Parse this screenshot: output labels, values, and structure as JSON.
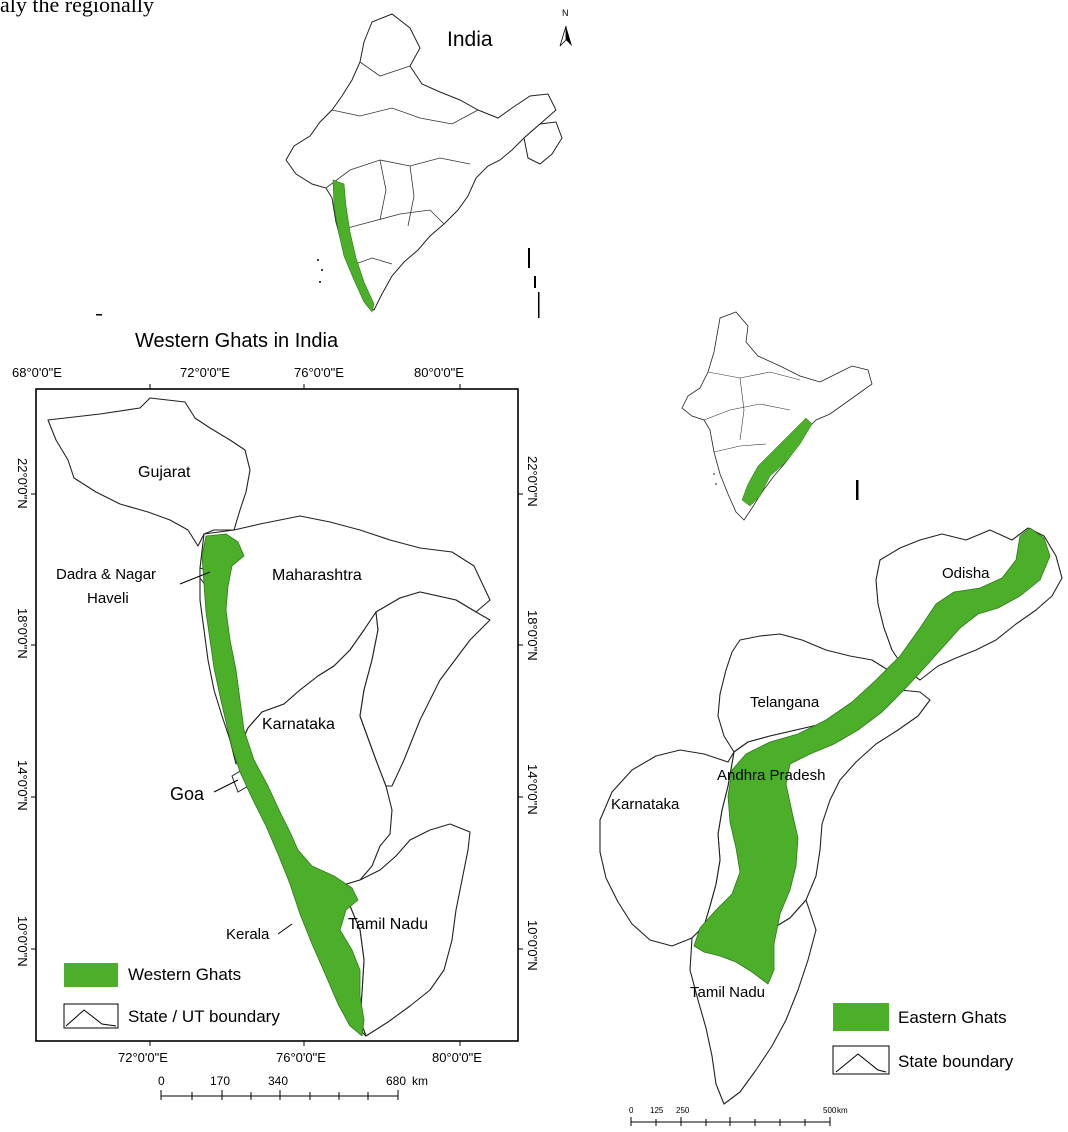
{
  "top_caption": "aly the regionally",
  "inset_india": {
    "title": "India",
    "north_label": "N"
  },
  "western_map": {
    "title": "Western Ghats in India",
    "top_lon": [
      "68°0'0\"E",
      "72°0'0\"E",
      "76°0'0\"E",
      "80°0'0\"E"
    ],
    "bottom_lon": [
      "72°0'0\"E",
      "76°0'0\"E",
      "80°0'0\"E"
    ],
    "left_lat": [
      "22°0'0\"N",
      "18°0'0\"N",
      "14°0'0\"N",
      "10°0'0\"N"
    ],
    "right_lat": [
      "22°0'0\"N",
      "18°0'0\"N",
      "14°0'0\"N",
      "10°0'0\"N"
    ],
    "states": {
      "gujarat": "Gujarat",
      "dadra": "Dadra & Nagar",
      "dadra2": "Haveli",
      "maharashtra": "Maharashtra",
      "karnataka": "Karnataka",
      "goa": "Goa",
      "kerala": "Kerala",
      "tamil_nadu": "Tamil Nadu"
    },
    "legend": {
      "ghats": "Western Ghats",
      "boundary": "State / UT boundary"
    },
    "scale": {
      "ticks": [
        "0",
        "170",
        "340",
        "680"
      ],
      "unit": "km"
    },
    "colors": {
      "ghats": "#4caf2a",
      "boundary": "#333333"
    }
  },
  "eastern_map": {
    "states": {
      "odisha": "Odisha",
      "telangana": "Telangana",
      "andhra": "Andhra Pradesh",
      "karnataka": "Karnataka",
      "tamil_nadu": "Tamil Nadu"
    },
    "legend": {
      "ghats": "Eastern Ghats",
      "boundary": "State boundary"
    },
    "scale": {
      "ticks": [
        "0",
        "125",
        "250",
        "500"
      ],
      "unit": "km"
    }
  }
}
